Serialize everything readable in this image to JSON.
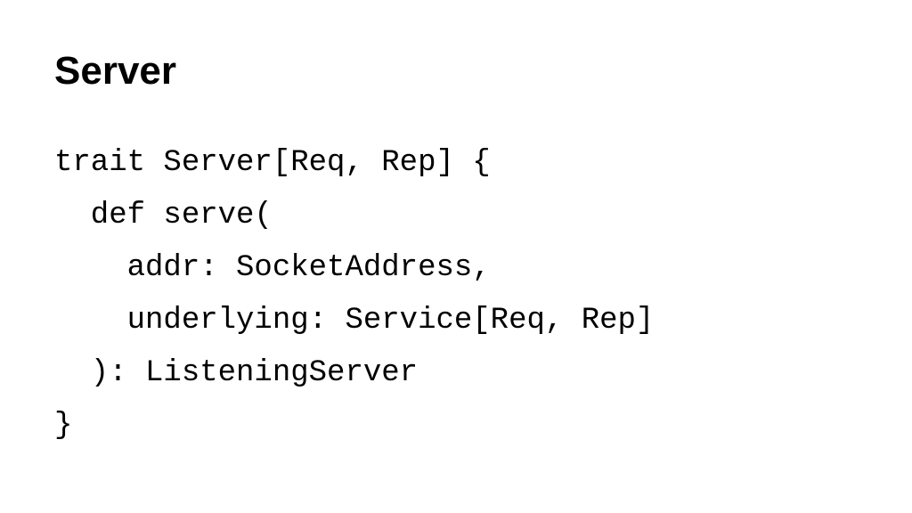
{
  "slide": {
    "title": "Server",
    "code_lines": [
      "trait Server[Req, Rep] {",
      "  def serve(",
      "    addr: SocketAddress,",
      "    underlying: Service[Req, Rep]",
      "  ): ListeningServer",
      "}"
    ]
  },
  "colors": {
    "background": "#ffffff",
    "text": "#000000"
  }
}
